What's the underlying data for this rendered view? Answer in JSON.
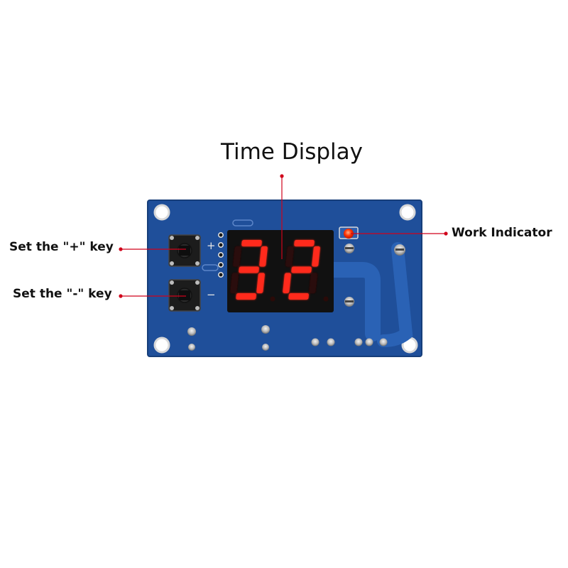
{
  "labels": {
    "time_display": "Time Display",
    "plus_key": "Set the \"+\" key",
    "minus_key": "Set the \"-\" key",
    "work_indicator": "Work Indicator"
  },
  "board": {
    "display_digits": "32",
    "plus_symbol": "+",
    "minus_symbol": "−"
  },
  "colors": {
    "pcb": "#1f4f9a",
    "pcb_dark": "#173f7e",
    "segment_on": "#ff2a1a",
    "segment_off": "#2a0a08",
    "display_body": "#111111",
    "leader": "#d0021b",
    "led": "#ff3300"
  }
}
